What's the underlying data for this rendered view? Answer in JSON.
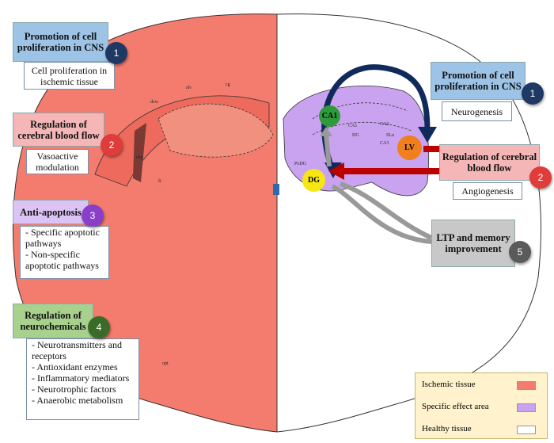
{
  "left_boxes": [
    {
      "number": "1",
      "title": "Promotion of cell proliferation in CNS",
      "detail": "Cell proliferation in ischemic tissue",
      "color": "#9dc3e6",
      "badge_color": "#1f3864"
    },
    {
      "number": "2",
      "title": "Regulation of cerebral blood flow",
      "detail": "Vasoactive modulation",
      "color": "#f4b6b6",
      "badge_color": "#e03c3c"
    },
    {
      "number": "3",
      "title": "Anti-apoptosis",
      "detail": [
        "- Specific apoptotic pathways",
        "- Non-specific apoptotic pathways"
      ],
      "color": "#dcc3f5",
      "badge_color": "#8a3fc8"
    },
    {
      "number": "4",
      "title": "Regulation of neurochemicals",
      "detail": [
        "- Neurotransmitters and receptors",
        "- Antioxidant enzymes",
        "- Inflammatory mediators",
        "- Neurotrophic factors",
        "- Anaerobic metabolism"
      ],
      "color": "#a9d18e",
      "badge_color": "#3b6b28"
    }
  ],
  "right_boxes": [
    {
      "number": "1",
      "title": "Promotion of cell proliferation in CNS",
      "detail": "Neurogenesis",
      "color": "#9dc3e6",
      "badge_color": "#1f3864"
    },
    {
      "number": "2",
      "title": "Regulation of cerebral blood flow",
      "detail": "Angiogenesis",
      "color": "#f4b6b6",
      "badge_color": "#e03c3c"
    },
    {
      "number": "5",
      "title": "LTP and memory improvement",
      "color": "#c8c8c8",
      "badge_color": "#5a5a5a"
    }
  ],
  "regions": [
    {
      "label": "CA1",
      "color": "#2e9a3c"
    },
    {
      "label": "LV",
      "color": "#f07f1e"
    },
    {
      "label": "DG",
      "color": "#f5e614"
    }
  ],
  "legend": [
    {
      "label": "Ischemic tissue",
      "color": "#f47c6e"
    },
    {
      "label": "Specific effect area",
      "color": "#c9a3f0"
    },
    {
      "label": "Healthy tissue",
      "color": "#ffffff"
    }
  ],
  "atlas_labels": [
    "dcw",
    "slv",
    "cg",
    "chp",
    "fi",
    "CA1",
    "CA2",
    "CA3",
    "SLu",
    "PoDG",
    "DG",
    "opt"
  ]
}
